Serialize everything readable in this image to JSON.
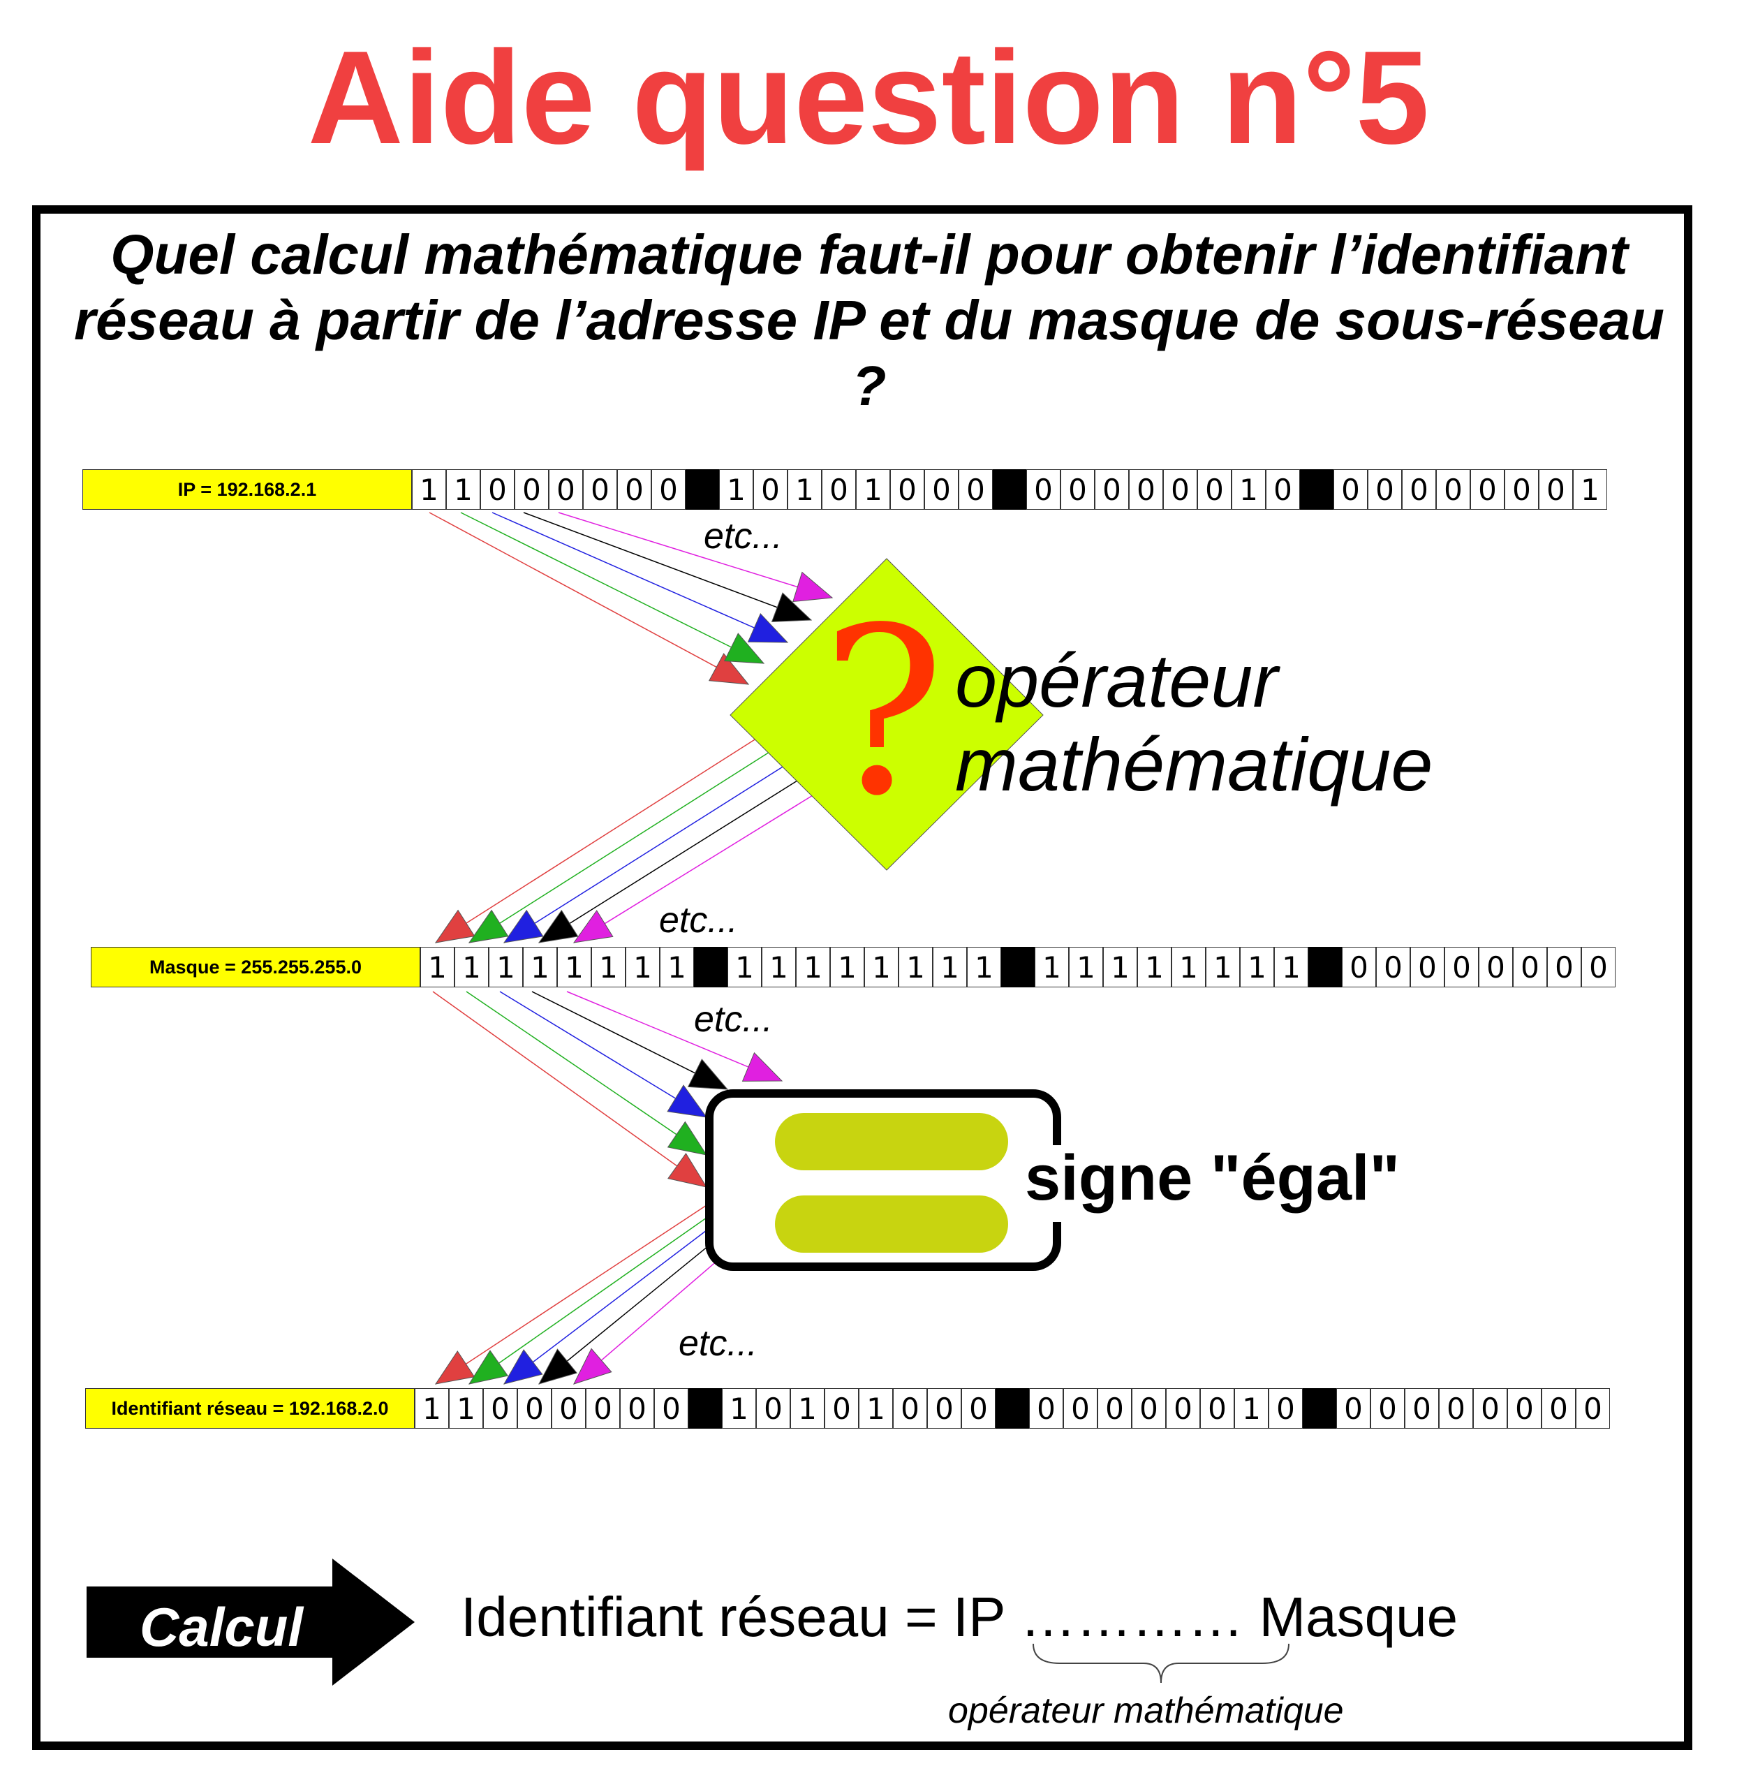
{
  "title": "Aide question n°5",
  "question": "Quel calcul mathématique faut-il pour obtenir l’identifiant réseau à partir de l’adresse IP et du masque de sous-réseau ?",
  "rows": [
    {
      "label": "IP = 192.168.2.1",
      "bytes": [
        "11000000",
        "10101000",
        "00000010",
        "00000001"
      ]
    },
    {
      "label": "Masque = 255.255.255.0",
      "bytes": [
        "11111111",
        "11111111",
        "11111111",
        "00000000"
      ]
    },
    {
      "label": "Identifiant réseau = 192.168.2.0",
      "bytes": [
        "11000000",
        "10101000",
        "00000010",
        "00000000"
      ]
    }
  ],
  "etc_label": "etc...",
  "operator_label": [
    "opérateur",
    "mathématique"
  ],
  "question_mark": "?",
  "equal_label": "signe \"égal\"",
  "calcul_label": "Calcul",
  "formula": "Identifiant réseau = IP ………… Masque",
  "formula_caption": "opérateur mathématique",
  "colors": {
    "title": "#f04040",
    "label_bg": "#ffff00",
    "diamond": "#ccff00",
    "question_mark": "#ff3300",
    "equal_bars": "#c8d410",
    "arrows": [
      "#e04040",
      "#20b020",
      "#2020e0",
      "#000000",
      "#e020e0"
    ]
  }
}
